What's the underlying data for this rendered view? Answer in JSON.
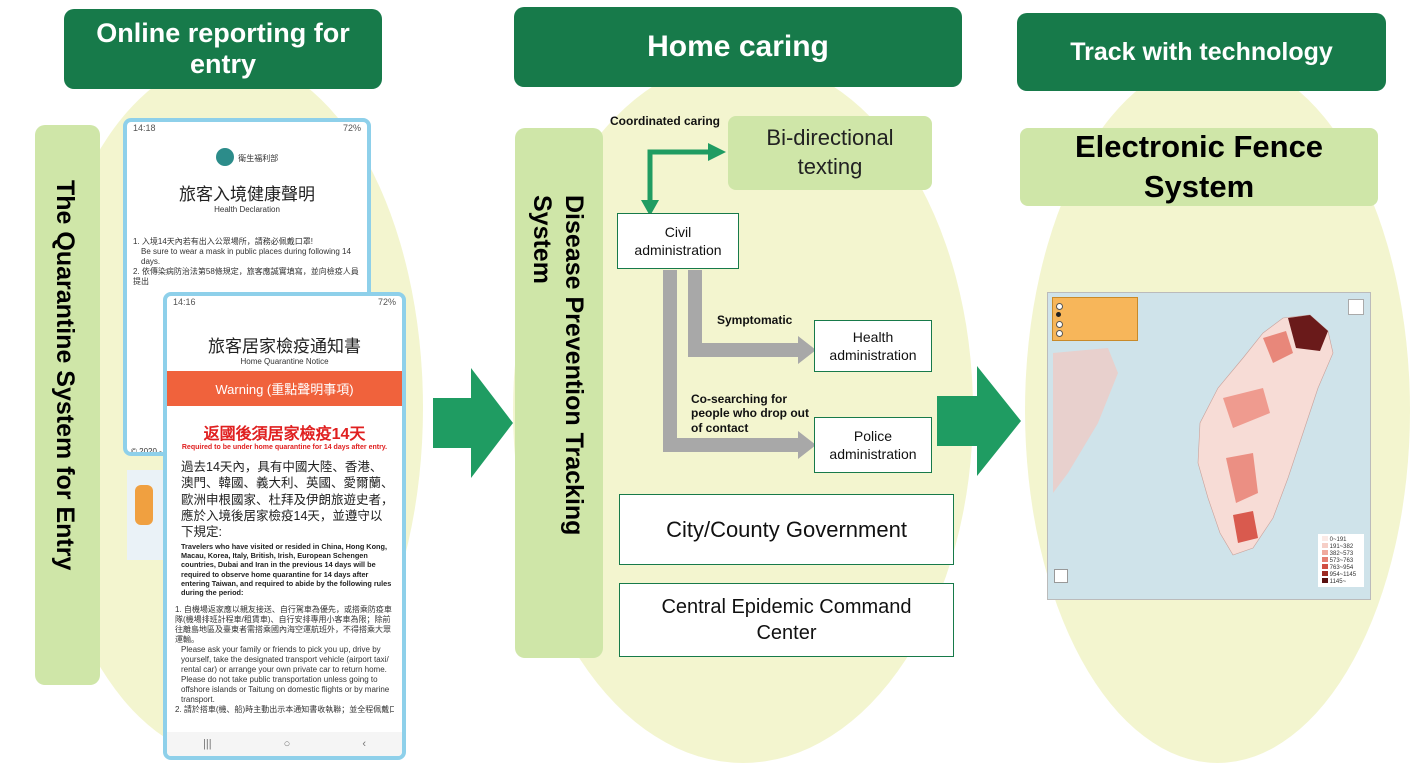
{
  "columns": {
    "entry": {
      "header": "Online reporting for entry",
      "side_label": "The Quarantine System for Entry",
      "phone_back": {
        "status_time": "14:18",
        "status_right": "72%",
        "ministry": "衛生福利部",
        "title_zh": "旅客入境健康聲明",
        "title_en": "Health Declaration",
        "item1_zh": "1. 入境14天內若有出入公眾場所，請務必佩戴口罩!",
        "item1_en": "Be sure to wear a mask in public places during following 14 days.",
        "item2_zh": "2. 依傳染病防治法第58條規定，旅客應誠實填寫，並向檢疫人員提出",
        "footer": "© 2020 -"
      },
      "phone_front": {
        "status_time": "14:16",
        "status_right": "72%",
        "title_zh": "旅客居家檢疫通知書",
        "title_en": "Home Quarantine Notice",
        "warning": "Warning (重點聲明事項)",
        "headline_zh": "返國後須居家檢疫14天",
        "headline_en": "Required to be under home quarantine for 14 days after entry.",
        "body_zh": "過去14天內，具有中國大陸、香港、澳門、韓國、義大利、英國、愛爾蘭、歐洲申根國家、杜拜及伊朗旅遊史者，應於入境後居家檢疫14天，並遵守以下規定:",
        "body_en": "Travelers who have visited or resided in China, Hong Kong, Macau, Korea, Italy, British, Irish, European Schengen countries, Dubai and Iran in the previous 14 days will be required to observe home quarantine for 14 days after entering Taiwan, and required to abide by the following rules during the period:",
        "rule1_zh": "1. 自機場返家應以親友接送、自行駕車為優先，或搭乘防疫車隊(機場排班計程車/租賃車)、自行安排專用小客車為限；除前往離島地區及臺東者需搭乘國內海空運航班外，不得搭乘大眾運輸。",
        "rule1_en": "Please ask your family or friends to pick you up, drive by yourself, take the designated transport vehicle (airport taxi/ rental car) or arrange your own private car to return home. Please do not take public transportation unless going to offshore islands or Taitung on domestic flights or by marine transport.",
        "rule2_zh": "2. 請於搭車(機、船)時主動出示本通知書收執聯；並全程佩戴口"
      }
    },
    "home": {
      "header": "Home caring",
      "side_label": "Disease Prevention Tracking System",
      "coordinated_label": "Coordinated caring",
      "bidirectional": "Bi-directional texting",
      "civil": "Civil administration",
      "symptomatic_label": "Symptomatic",
      "health": "Health administration",
      "cosearch_label": "Co-searching for people who drop out of contact",
      "police": "Police administration",
      "city": "City/County Government",
      "central": "Central Epidemic Command Center"
    },
    "tech": {
      "header": "Track with technology",
      "title": "Electronic Fence System",
      "legend": [
        "0~191",
        "191~382",
        "382~573",
        "573~763",
        "763~954",
        "954~1145",
        "1145~"
      ]
    }
  },
  "colors": {
    "header_green": "#177a4a",
    "arrow_green": "#1f9c62",
    "oval_yellow": "#f3f5cf",
    "box_green": "#cfe6a8",
    "warning_orange": "#f0623c",
    "alert_red": "#e02020"
  }
}
